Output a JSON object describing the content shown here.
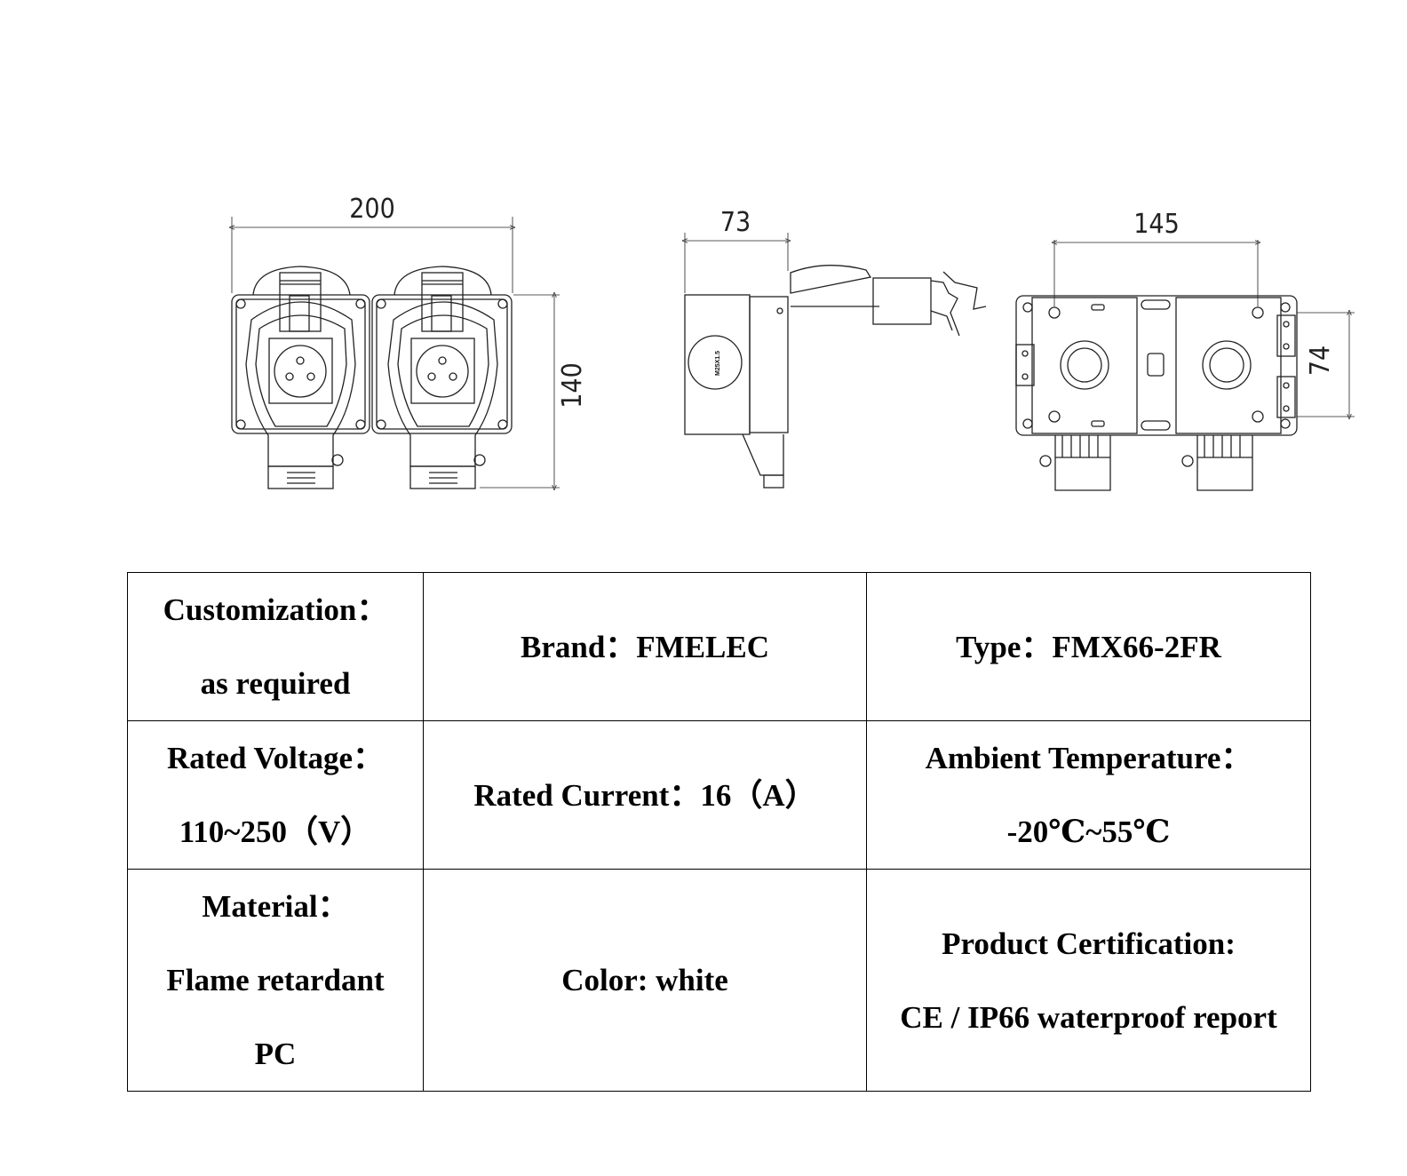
{
  "drawing": {
    "front_width": "200",
    "front_height": "140",
    "side_depth": "73",
    "back_width": "145",
    "back_height": "74",
    "gland_label": "M25X1.5"
  },
  "specs": {
    "customization_label": "Customization：",
    "customization_value": "as required",
    "brand": "Brand：FMELEC",
    "type": "Type：FMX66-2FR",
    "voltage_label": "Rated Voltage：",
    "voltage_value": "110~250（V）",
    "current": "Rated Current：16（A）",
    "temp_label": "Ambient Temperature：",
    "temp_value": "-20℃~55℃",
    "material_label": "Material：",
    "material_value_1": "Flame retardant",
    "material_value_2": "PC",
    "color": "Color: white",
    "cert_label": "Product Certification:",
    "cert_value": "CE / IP66 waterproof report"
  }
}
